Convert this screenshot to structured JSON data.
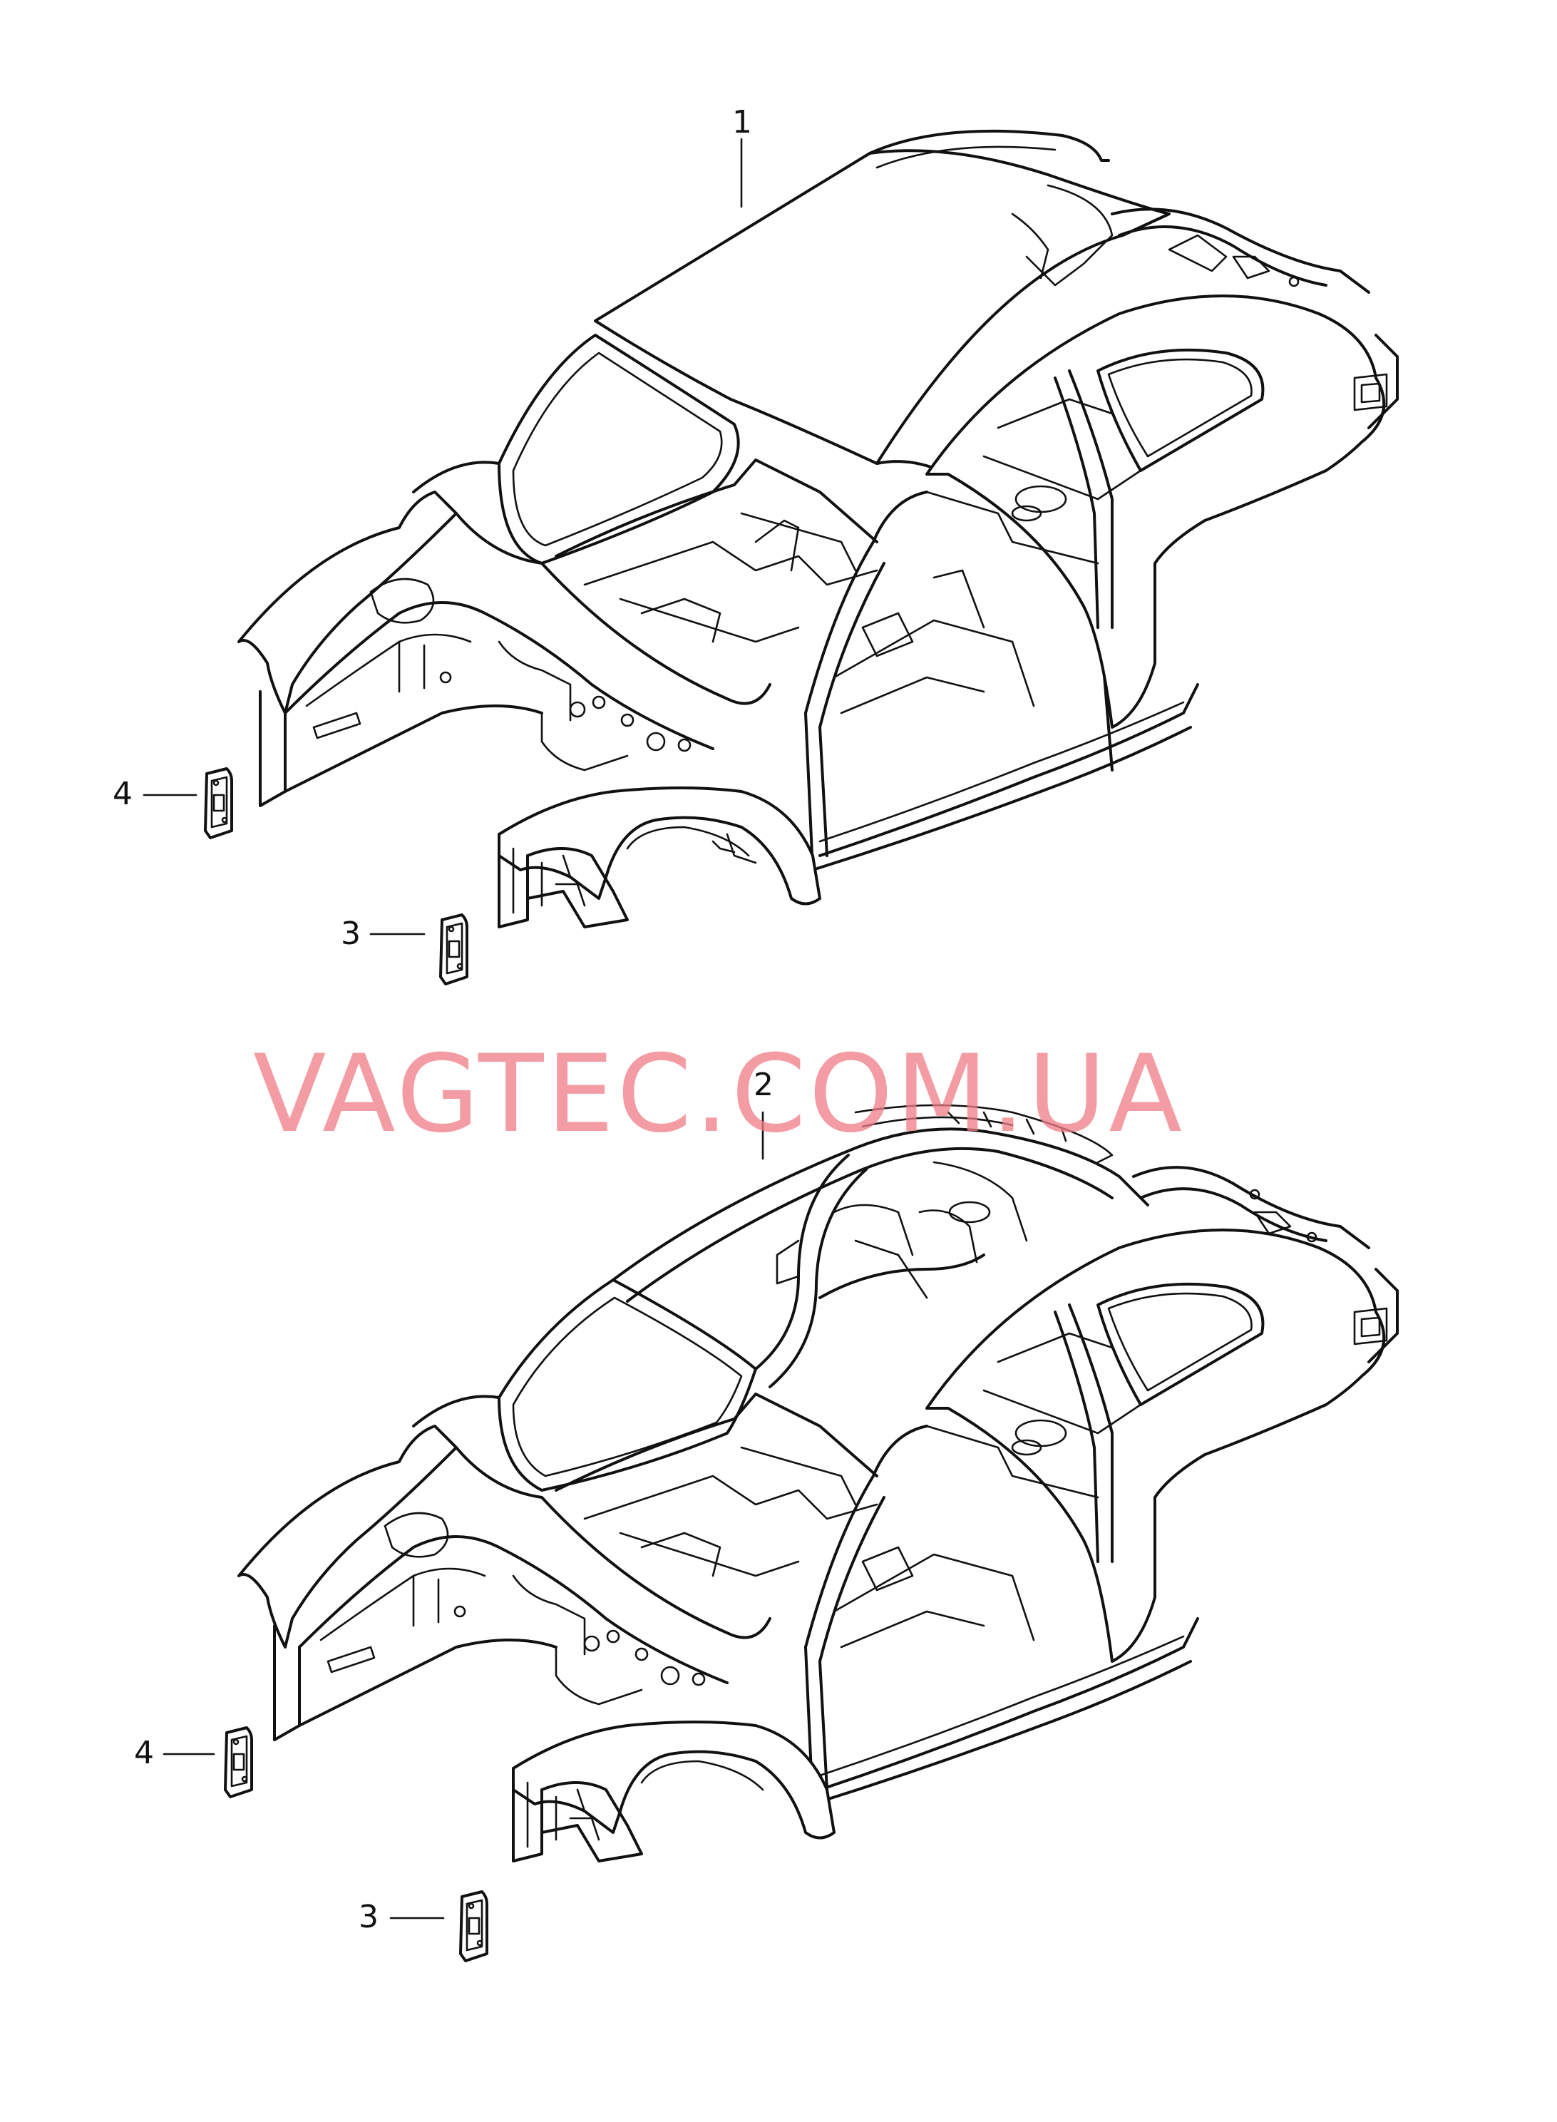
{
  "watermark": "VAGTEC.COM.UA",
  "callouts": {
    "top_body": "1",
    "top_rear_bracket": "4",
    "top_front_bracket": "3",
    "bottom_body": "2",
    "bottom_rear_bracket": "4",
    "bottom_front_bracket": "3"
  },
  "icons": {
    "body_shell_coupe": "body-shell-coupe-drawing",
    "body_shell_cabrio": "body-shell-frame-drawing",
    "bracket_plate": "bracket-plate-drawing"
  }
}
